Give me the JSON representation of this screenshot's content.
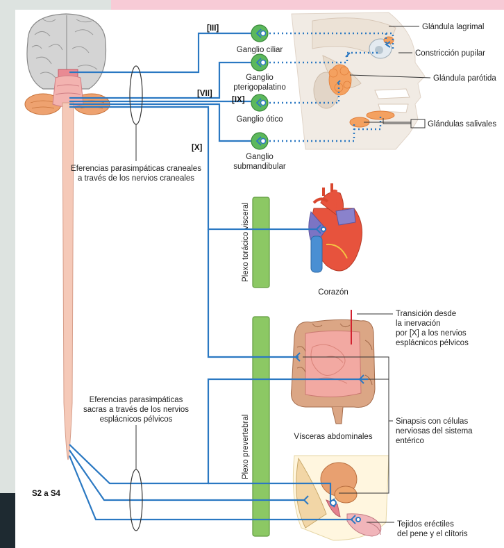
{
  "nerves": {
    "iii": "[III]",
    "vii": "[VII]",
    "ix": "[IX]",
    "x": "[X]"
  },
  "ganglia": {
    "ciliar": [
      "Ganglio ciliar"
    ],
    "pterigo": [
      "Ganglio",
      "pterigopalatino"
    ],
    "otico": [
      "Ganglio ótico"
    ],
    "submand": [
      "Ganglio",
      "submandibular"
    ]
  },
  "targets": {
    "lagrimal": "Glándula lagrimal",
    "pupilar": "Constricción pupilar",
    "parotida": "Glándula parótida",
    "salivales": "Glándulas salivales",
    "corazon": "Corazón",
    "visceras": "Vísceras abdominales",
    "erectiles": [
      "Tejidos eréctiles",
      "del pene y el clítoris"
    ]
  },
  "annotations": {
    "craneales": [
      "Eferencias parasimpáticas craneales",
      "a través de los nervios craneales"
    ],
    "sacras": [
      "Eferencias parasimpáticas",
      "sacras a través de los nervios",
      "esplácnicos pélvicos"
    ],
    "transicion": [
      "Transición desde",
      "la inervación",
      "por [X] a los nervios",
      "esplácnicos pélvicos"
    ],
    "sinapsis": [
      "Sinapsis con células",
      "nerviosas del sistema",
      "entérico"
    ],
    "segment": "S2 a S4"
  },
  "plexus": {
    "toracico": "Plexo torácico visceral",
    "prevertebral": "Plexo prevertebral"
  },
  "colors": {
    "nerve": "#2a78c2",
    "ganglion": "#5cb85c",
    "plexus": "#8cc864",
    "cord": "#f5c9b8"
  }
}
